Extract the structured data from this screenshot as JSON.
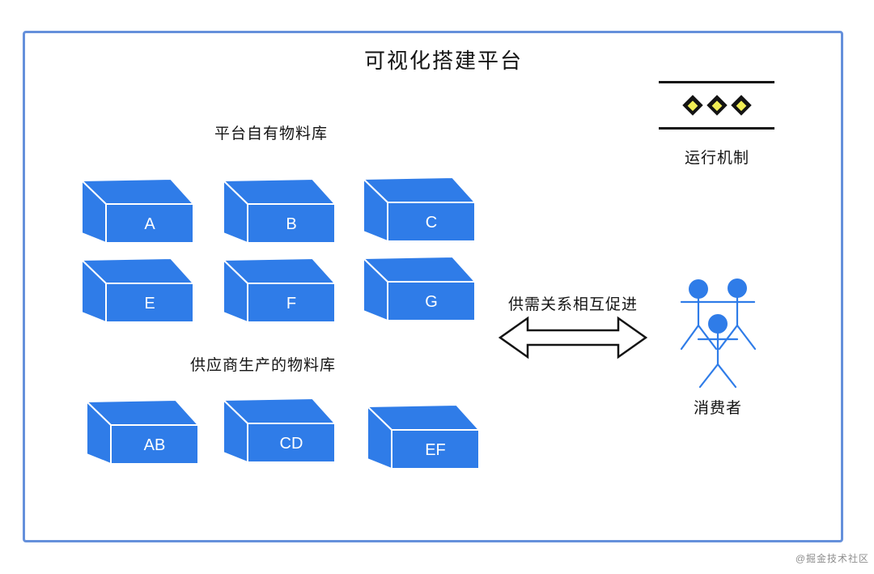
{
  "title": "可视化搭建平台",
  "platform_section": {
    "label": "平台自有物料库",
    "boxes": [
      "A",
      "B",
      "C",
      "E",
      "F",
      "G"
    ]
  },
  "supplier_section": {
    "label": "供应商生产的物料库",
    "boxes": [
      "AB",
      "CD",
      "EF"
    ]
  },
  "mechanism": {
    "label": "运行机制",
    "diamond_count": 3
  },
  "relation": {
    "label": "供需关系相互促进"
  },
  "consumers": {
    "label": "消费者",
    "figure_count": 3
  },
  "watermark": "@掘金技术社区",
  "colors": {
    "box_blue": "#2F7CE8",
    "frame_blue": "#6590DB",
    "diamond_yellow": "#F1EE55",
    "ink": "#141414",
    "watermark_gray": "#8E8E8E"
  }
}
